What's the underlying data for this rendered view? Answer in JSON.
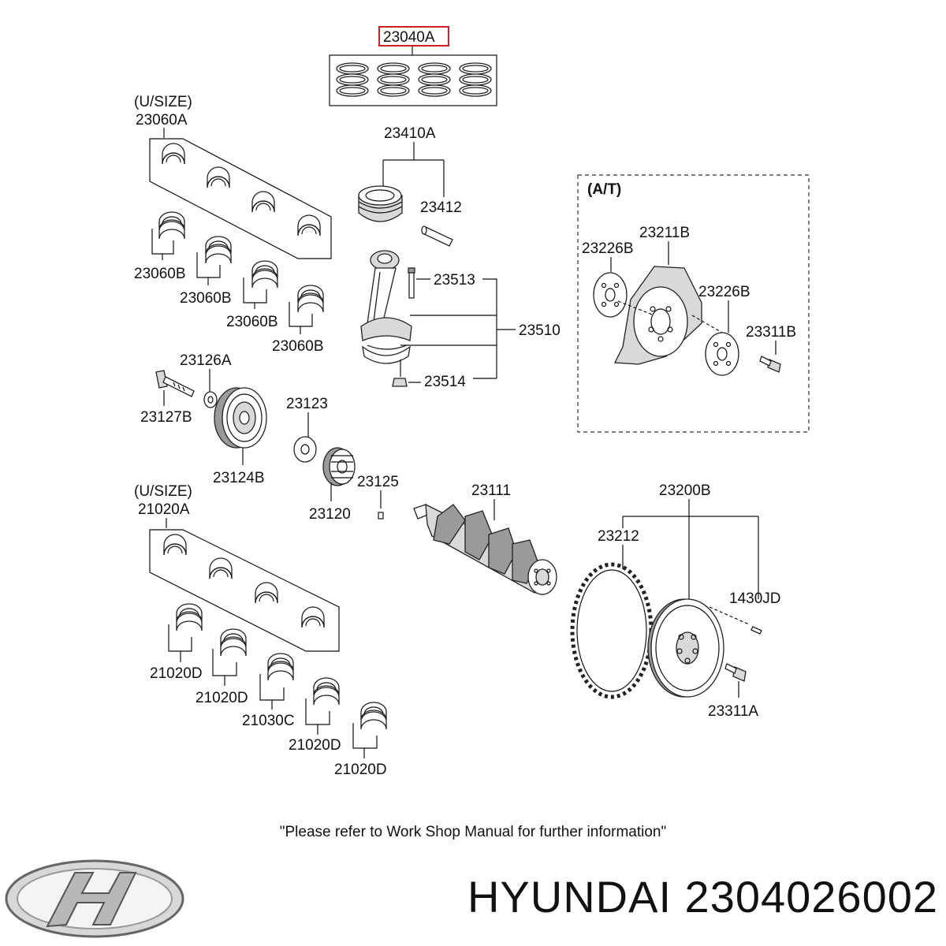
{
  "parts": {
    "p23040A": "23040A",
    "usize_top": "(U/SIZE)",
    "p23060A": "23060A",
    "p23410A": "23410A",
    "p23412": "23412",
    "p23060B": "23060B",
    "p23513": "23513",
    "p23510": "23510",
    "p23514": "23514",
    "p23126A": "23126A",
    "p23127B": "23127B",
    "p23124B": "23124B",
    "p23123": "23123",
    "p23120": "23120",
    "p23125": "23125",
    "p23111": "23111",
    "usize_bottom": "(U/SIZE)",
    "p21020A": "21020A",
    "p21020D": "21020D",
    "p21030C": "21030C",
    "p23200B": "23200B",
    "p23212": "23212",
    "p1430JD": "1430JD",
    "p23311A": "23311A",
    "at_label": "(A/T)",
    "p23211B": "23211B",
    "p23226B": "23226B",
    "p23311B": "23311B"
  },
  "highlight_color": "#cc2222",
  "note": "\"Please refer to Work Shop Manual for further information\"",
  "brand": {
    "logo_icon": "hyundai-logo-icon",
    "title": "HYUNDAI 2304026002"
  }
}
